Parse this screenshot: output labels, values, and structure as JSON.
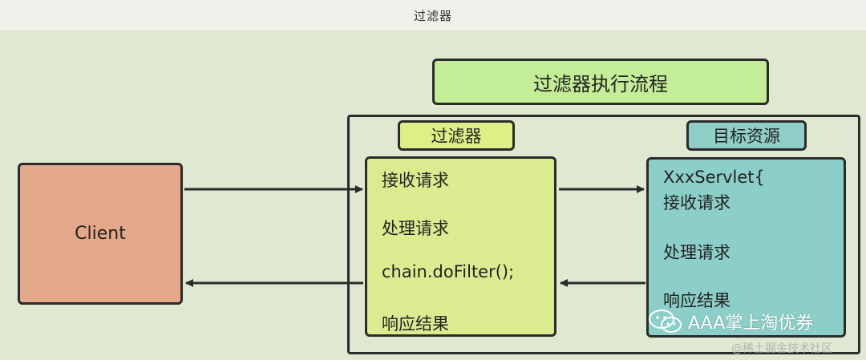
{
  "window": {
    "title": "过滤器"
  },
  "diagram": {
    "heading": "过滤器执行流程",
    "client": {
      "label": "Client"
    },
    "filter": {
      "label": "过滤器",
      "lines": [
        "接收请求",
        "处理请求",
        "chain.doFilter();",
        "响应结果"
      ]
    },
    "target": {
      "label": "目标资源",
      "lines": [
        "XxxServlet{",
        "接收请求",
        "处理请求",
        "响应结果"
      ]
    }
  },
  "watermark": {
    "text": "AAA掌上淘优券",
    "icon": "wechat-icon"
  },
  "credit": "@稀土掘金技术社区",
  "colors": {
    "background": "#dfe9d2",
    "heading_fill": "#c3ed96",
    "client_fill": "#e3a98a",
    "filter_fill": "#dbec90",
    "target_fill": "#8ccfc8",
    "stroke": "#2b2b2b"
  }
}
